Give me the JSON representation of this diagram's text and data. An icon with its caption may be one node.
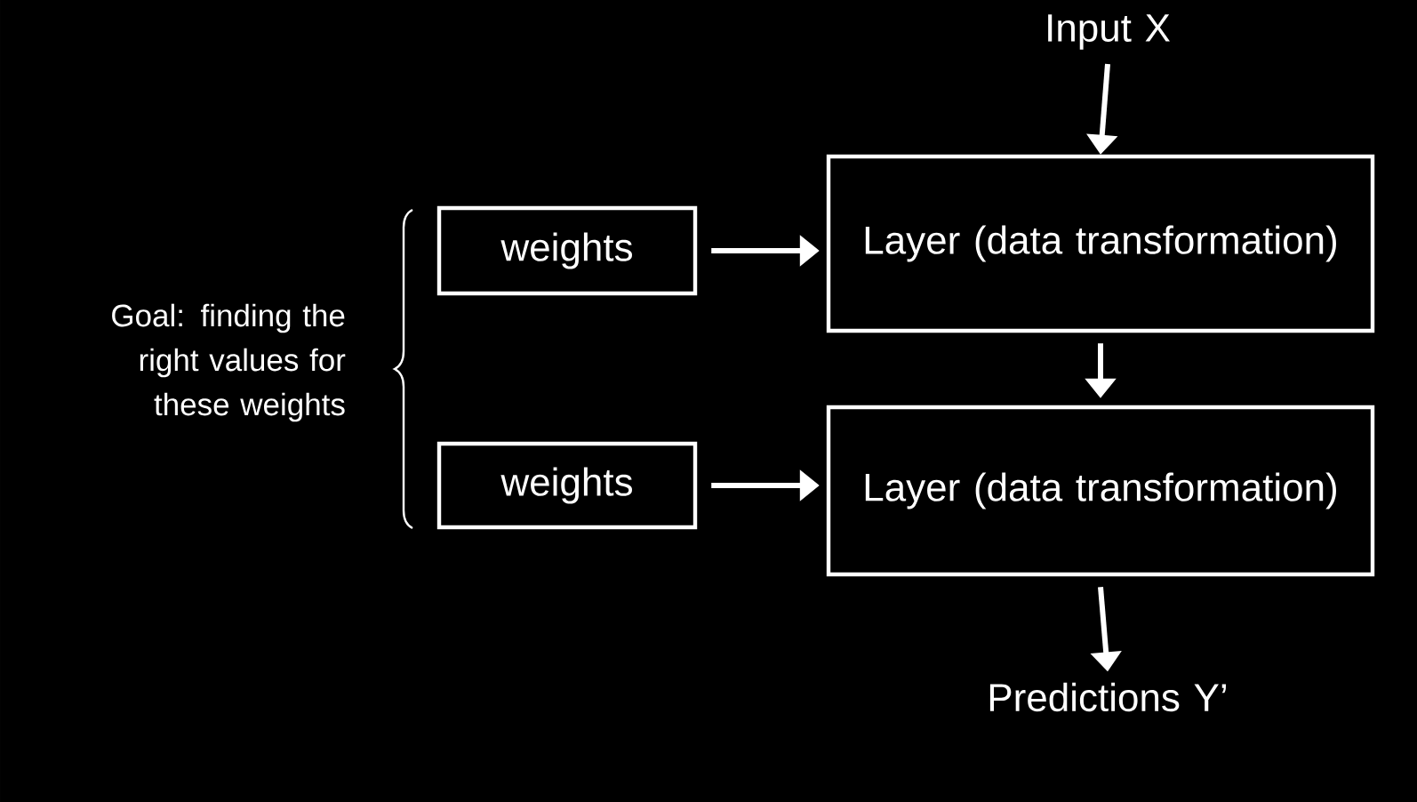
{
  "diagram": {
    "nodes": [
      {
        "text": [
          "Input X"
        ]
      },
      {
        "text": [
          "Layer (data transformation)"
        ]
      },
      {
        "text": [
          "Layer (data transformation)"
        ]
      },
      {
        "text": [
          "Predictions Y’"
        ]
      },
      {
        "text": [
          "weights"
        ]
      },
      {
        "text": [
          "weights"
        ]
      }
    ],
    "edges": [
      {
        "from": 0,
        "to": 1,
        "arrow": "to"
      },
      {
        "from": 1,
        "to": 2,
        "arrow": "to"
      },
      {
        "from": 2,
        "to": 3,
        "arrow": "to"
      },
      {
        "from": 4,
        "to": 1,
        "arrow": "to"
      },
      {
        "from": 5,
        "to": 2,
        "arrow": "to"
      }
    ],
    "labels": [
      "Goal: finding the right values for these weights"
    ]
  }
}
